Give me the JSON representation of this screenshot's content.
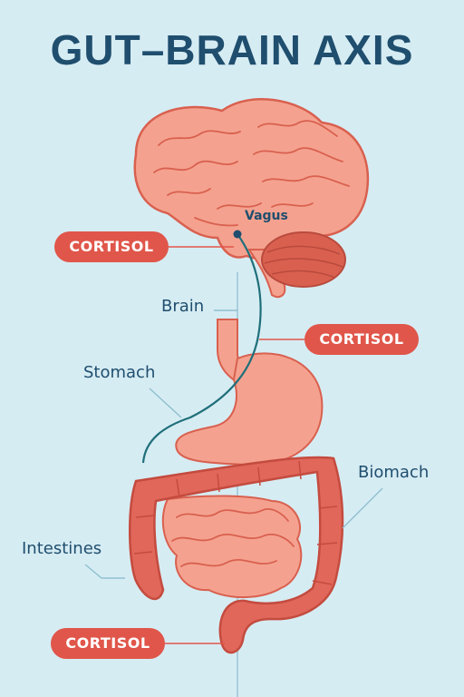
{
  "title": "GUT–BRAIN AXIS",
  "labels": {
    "vagus": "Vagus",
    "brain": "Brain",
    "stomach": "Stomach",
    "biomach": "Biomach",
    "intestines": "Intestines"
  },
  "hormone_badges": [
    "CORTISOL",
    "CORTISOL",
    "CORTISOL"
  ],
  "colors": {
    "background": "#d6ecf3",
    "title": "#1f4e6e",
    "organ_pink": "#f4a28f",
    "organ_outline": "#d9604f",
    "intestine_red": "#e0675a",
    "cerebellum": "#d9604f",
    "badge": "#e0564a",
    "vagus_nerve": "#1f6f7a"
  }
}
